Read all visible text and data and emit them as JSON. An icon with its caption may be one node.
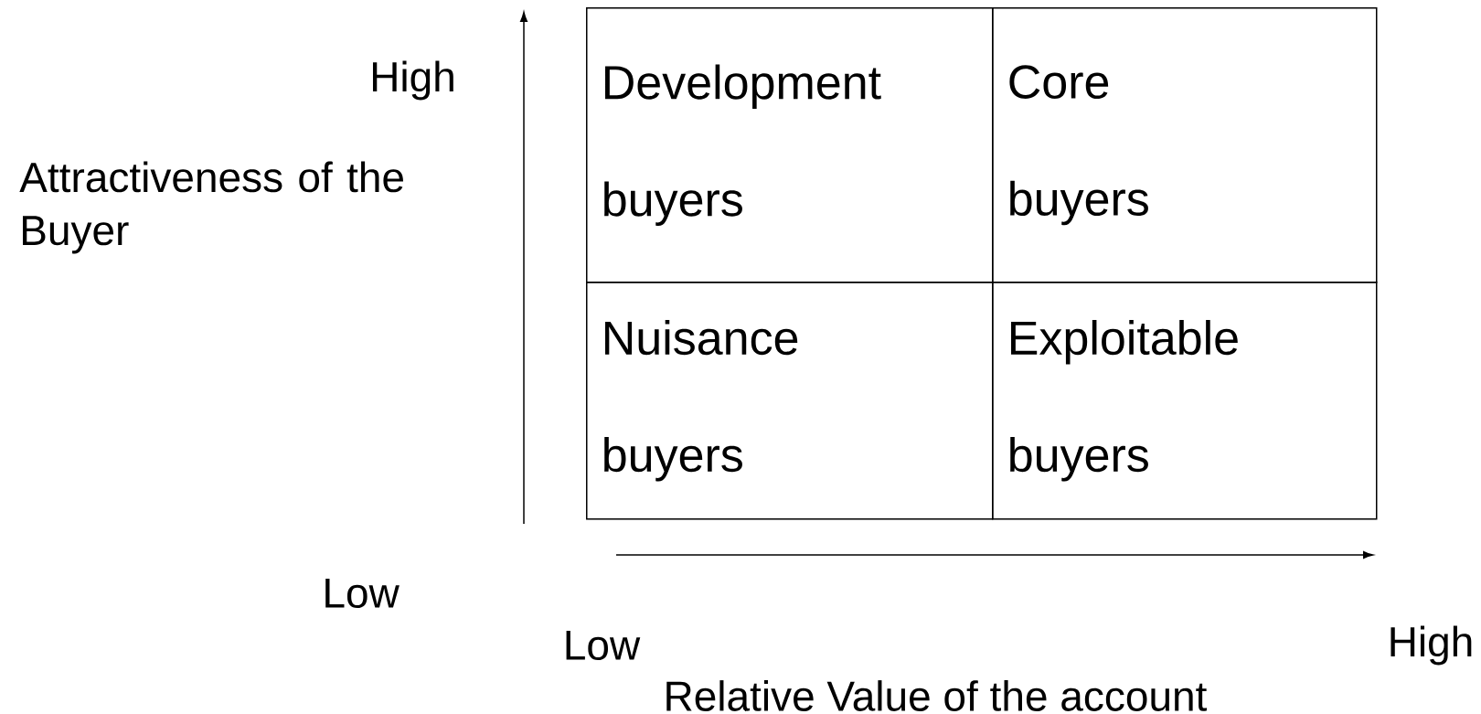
{
  "diagram": {
    "nodes": [
      {
        "text": [
          "Development",
          "buyers"
        ]
      },
      {
        "text": [
          "Core",
          "buyers"
        ]
      },
      {
        "text": [
          "Nuisance",
          "buyers"
        ]
      },
      {
        "text": [
          "Exploitable",
          "buyers"
        ]
      }
    ],
    "labels": [
      "High",
      "Attractiveness of the Buyer",
      "Low",
      "Low",
      "High",
      "Relative Value of the account"
    ]
  }
}
